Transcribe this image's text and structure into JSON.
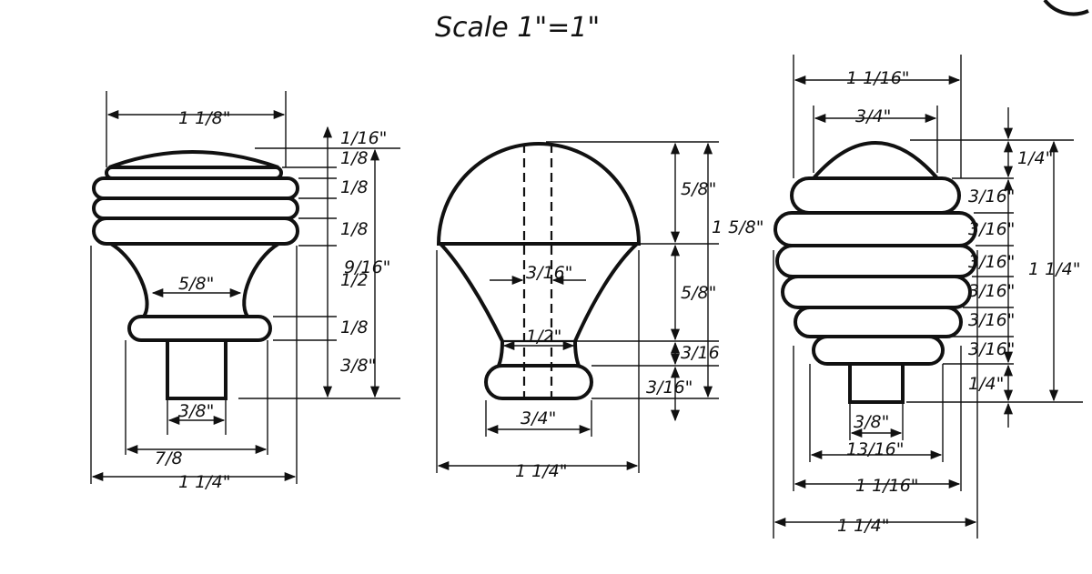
{
  "header": {
    "scale": "Scale 1\"=1\""
  },
  "knob_a": {
    "overall_top": "1 1/8\"",
    "neck": "5/8\"",
    "shank": "3/8\"",
    "base": "7/8",
    "overall_bottom": "1 1/4\"",
    "right_dims": [
      "1/16\"",
      "1/8",
      "1/8",
      "1/8",
      "1/2",
      "1/8",
      "3/8\""
    ],
    "height": "9/16\""
  },
  "knob_b": {
    "top_depth": "5/8\"",
    "total_height": "1 5/8\"",
    "bore": "3/16\"",
    "neck_depth": "5/8\"",
    "neck": "1/2\"",
    "collar": "3/16",
    "collar_b": "3/16\"",
    "foot": "3/4\"",
    "overall_bottom": "1 1/4\""
  },
  "knob_c": {
    "top_width": "1 1/16\"",
    "dome_width": "3/4\"",
    "right_dims": [
      "1/4\"",
      "3/16\"",
      "3/16\"",
      "3/16\"",
      "3/16\"",
      "3/16\"",
      "3/16\"",
      "1/4\""
    ],
    "height": "1 1/4\"",
    "shank": "3/8\"",
    "base": "13/16\"",
    "width_b": "1 1/16\"",
    "overall_bottom": "1 1/4\""
  }
}
